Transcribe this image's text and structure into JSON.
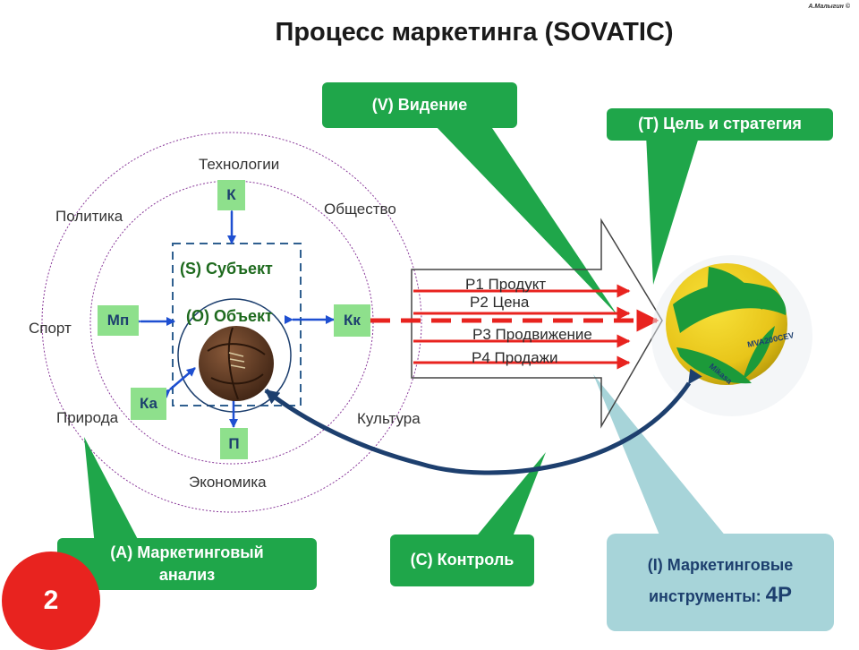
{
  "author": "А.Малыгин ©",
  "title": "Процесс маркетинга (SOVATIC)",
  "environment": {
    "technologies": "Технологии",
    "politics": "Политика",
    "society": "Общество",
    "sport": "Спорт",
    "nature": "Природа",
    "culture": "Культура",
    "economy": "Экономика"
  },
  "actors": {
    "k": "К",
    "mp": "Мп",
    "kk": "Кк",
    "ka": "Ка",
    "p": "П"
  },
  "subject": "(S) Субъект",
  "object": "(O) Объект",
  "callouts": {
    "vision": "(V) Видение",
    "goal": "(T) Цель и стратегия",
    "analysis_line1": "(A) Маркетинговый",
    "analysis_line2": "анализ",
    "control": "(C) Контроль",
    "tools_line1": "(I) Маркетинговые",
    "tools_line2": "инструменты:",
    "tools_big": "4P"
  },
  "four_p": [
    "P1 Продукт",
    "P2 Цена",
    "P3 Продвижение",
    "P4 Продажи"
  ],
  "slide_number": "2",
  "colors": {
    "callout_green": "#1fa64a",
    "box_green": "#8ee08c",
    "tools_blue": "#a7d4d9",
    "arrow_red": "#e8231f",
    "navy": "#1d3f6e",
    "slide_red": "#e8231f"
  }
}
